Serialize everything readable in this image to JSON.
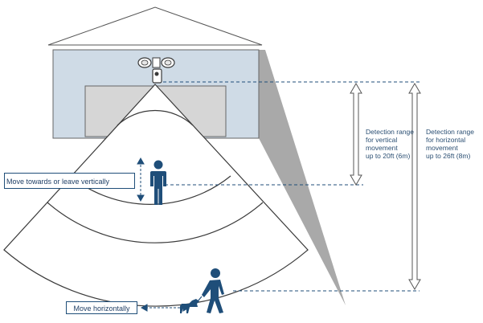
{
  "callouts": {
    "vertical": "Move towards or leave vertically",
    "horizontal": "Move horizontally"
  },
  "ranges": {
    "vertical": [
      "Detection range",
      "for vertical",
      "movement",
      "up to 20ft (6m)"
    ],
    "horizontal": [
      "Detection range",
      "for horizontal",
      "movement",
      "up to 26ft (8m)"
    ]
  },
  "colors": {
    "navy": "#1f4e79",
    "house_wall": "#cfdbe6",
    "garage_door": "#d6d6d6",
    "shadow": "#a9a9a9",
    "zone_line": "#3a3a3a"
  }
}
